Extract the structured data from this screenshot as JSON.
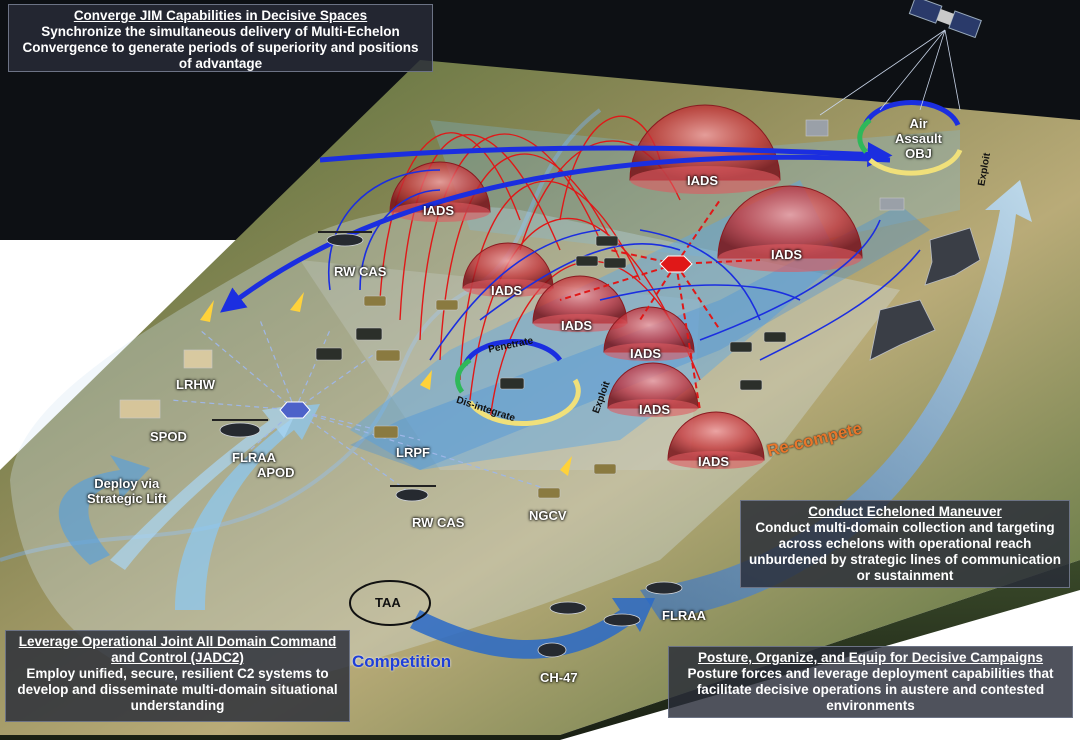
{
  "panels": {
    "converge": {
      "title": "Converge JIM Capabilities in Decisive Spaces",
      "body": "Synchronize the simultaneous delivery of Multi-Echelon Convergence to generate periods of superiority and positions of advantage"
    },
    "maneuver": {
      "title": "Conduct Echeloned Maneuver",
      "body": "Conduct multi-domain collection and targeting across echelons with operational reach unburdened by strategic lines of communication or sustainment"
    },
    "jadc2": {
      "title": "Leverage Operational Joint All Domain Command and Control (JADC2)",
      "body": "Employ unified, secure, resilient C2 systems to develop and disseminate multi-domain situational understanding"
    },
    "posture": {
      "title": "Posture, Organize, and Equip for Decisive Campaigns",
      "body": "Posture forces and leverage deployment capabilities that facilitate decisive operations in austere and contested environments"
    }
  },
  "labels": {
    "iads": "IADS",
    "air_assault": "Air\nAssault\nOBJ",
    "rw_cas": "RW CAS",
    "lrhw": "LRHW",
    "spod": "SPOD",
    "flraa": "FLRAA",
    "apod": "APOD",
    "lrpf": "LRPF",
    "ngcv": "NGCV",
    "deploy": "Deploy via\nStrategic Lift",
    "taa": "TAA",
    "competition": "Competition",
    "ch47": "CH-47",
    "recompete": "Re-compete",
    "penetrate": "Penetrate",
    "disintegrate": "Dis-integrate",
    "exploit": "Exploit"
  },
  "colors": {
    "panel_bg": "#2c303c",
    "iads_dome": "#c8323a",
    "arrow_blue": "#1b2ee0",
    "trajectory_red": "#e01818",
    "recompete_orange": "#e8762a",
    "terrain_green": "#5f7a3c"
  }
}
